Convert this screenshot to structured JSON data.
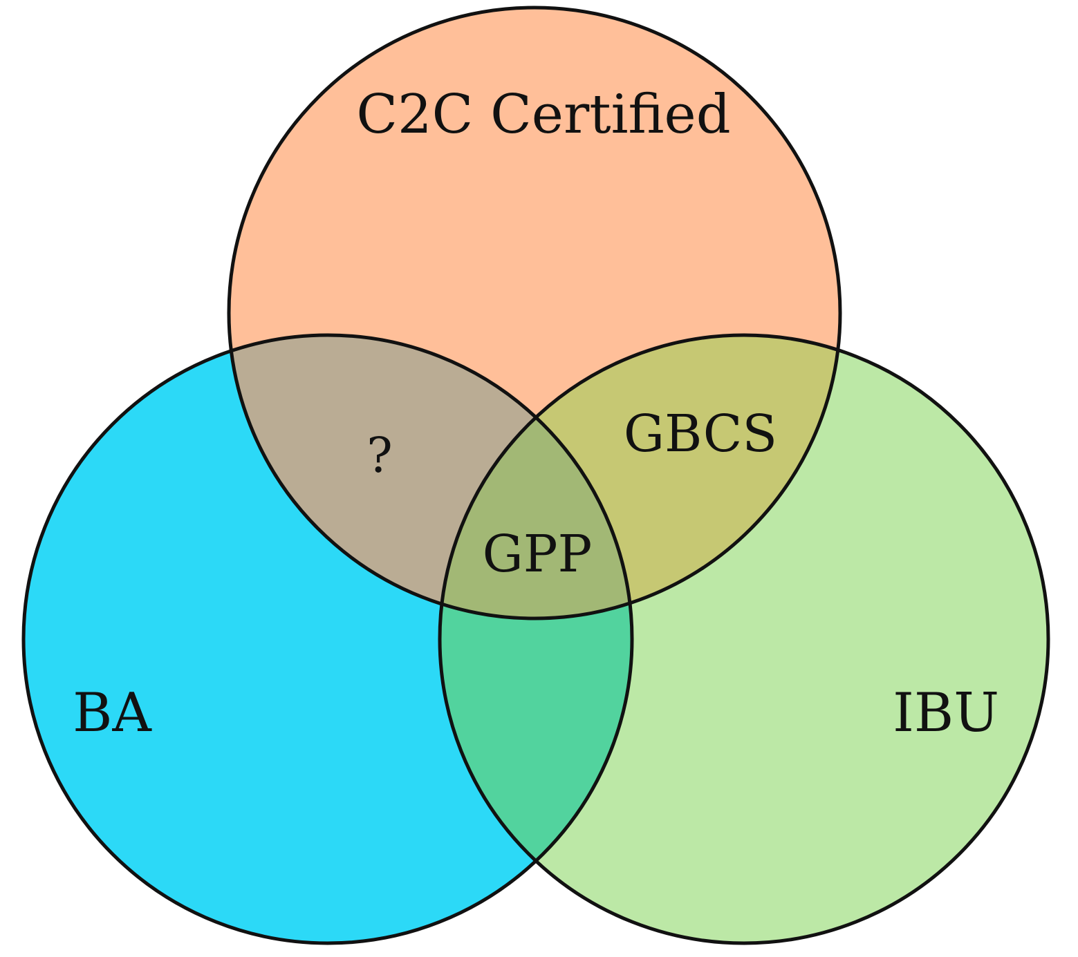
{
  "colors": {
    "top_set": "#FFBF99",
    "left_set": "#2CD9F7",
    "right_set": "#BCE8A6",
    "top_left": "#BAAC94",
    "top_right": "#C6C873",
    "left_right": "#52D39E",
    "center": "#A2B875",
    "outline": "#111111",
    "text": "#111111",
    "background": "#FFFFFF"
  },
  "sets": {
    "top": {
      "label": "C2C Certified"
    },
    "left": {
      "label": "BA"
    },
    "right": {
      "label": "IBU"
    }
  },
  "intersections": {
    "top_left": {
      "label": "?"
    },
    "top_right": {
      "label": "GBCS"
    },
    "center": {
      "label": "GPP"
    }
  }
}
